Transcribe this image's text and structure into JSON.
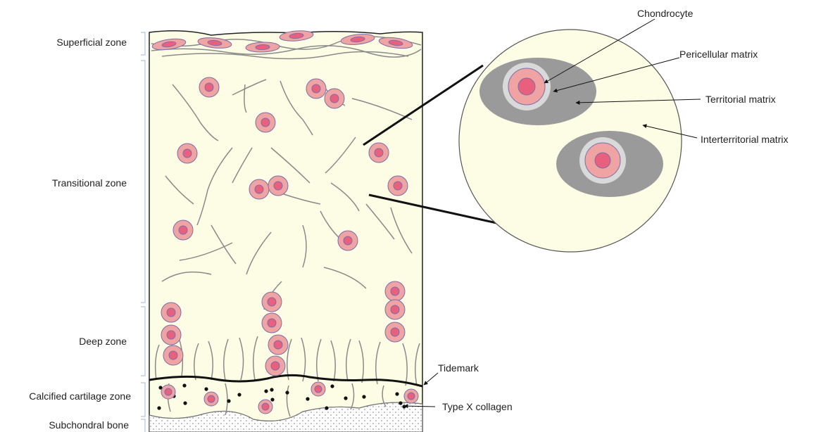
{
  "zones": {
    "superficial": "Superficial zone",
    "transitional": "Transitional zone",
    "deep": "Deep zone",
    "calcified": "Calcified cartilage zone",
    "subchondral": "Subchondral bone"
  },
  "callouts": {
    "chondrocyte": "Chondrocyte",
    "pericellular": "Pericellular matrix",
    "territorial": "Territorial matrix",
    "interterritorial": "Interterritorial matrix",
    "tidemark": "Tidemark",
    "type_x_collagen": "Type X collagen"
  },
  "colors": {
    "matrix": "#fdfde6",
    "cell_outer": "#f0a3a3",
    "cell_inner": "#e8607e",
    "cell_stroke": "#7a6fa8",
    "territorial": "#9a9a9a",
    "pericellular": "#d9d9d9",
    "fiber": "#8a8a8a",
    "bracket": "#b8c4dc"
  }
}
